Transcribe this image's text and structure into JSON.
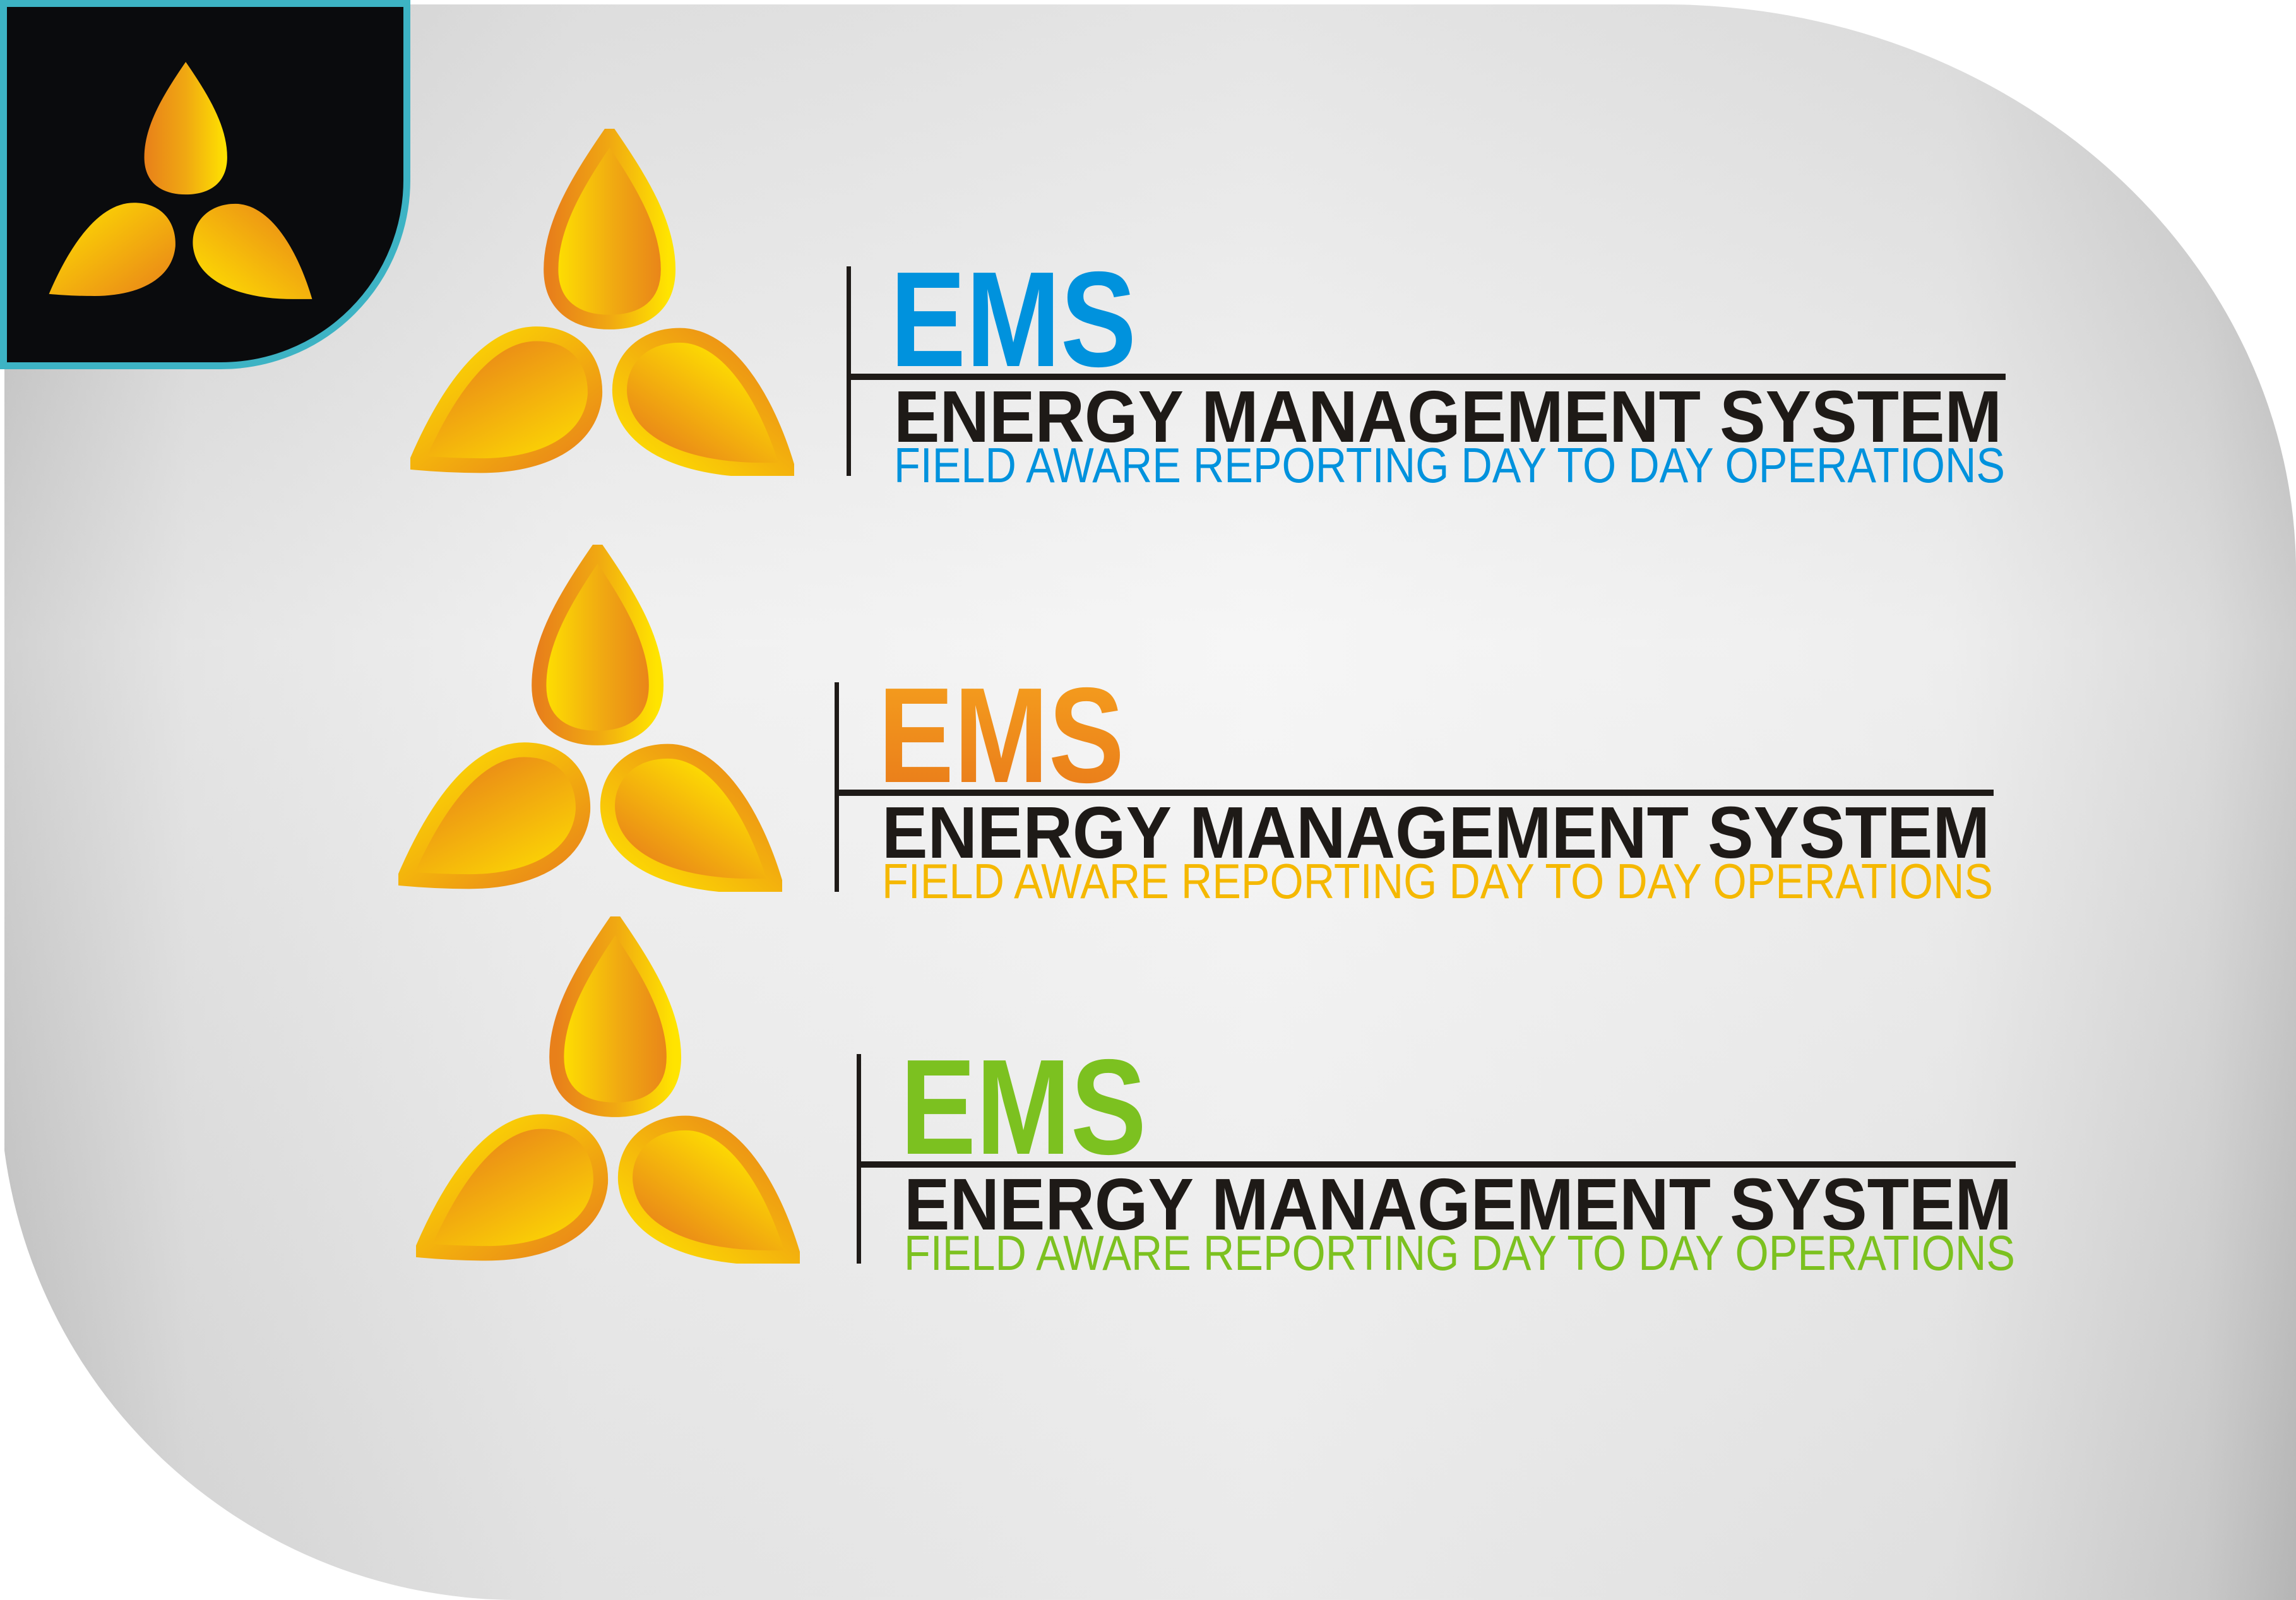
{
  "logos": [
    {
      "acronym": "EMS",
      "title": "ENERGY MANAGEMENT SYSTEM",
      "tagline": "FIELD AWARE REPORTING DAY TO DAY OPERATIONS",
      "accent": "#0092dd",
      "tagline_color": "#0092dd"
    },
    {
      "acronym": "EMS",
      "title": "ENERGY MANAGEMENT SYSTEM",
      "tagline": "FIELD AWARE REPORTING DAY TO DAY OPERATIONS",
      "accent": "#ee8a1c",
      "tagline_color": "#f5b800"
    },
    {
      "acronym": "EMS",
      "title": "ENERGY MANAGEMENT SYSTEM",
      "tagline": "FIELD AWARE REPORTING DAY TO DAY OPERATIONS",
      "accent": "#7cc120",
      "tagline_color": "#7cc120"
    }
  ],
  "colors": {
    "title": "#1e1a17",
    "tile_bg": "#0a0b0d",
    "tile_border": "#3db3c4",
    "petal_orange": "#e8801a",
    "petal_yellow": "#ffe400"
  }
}
